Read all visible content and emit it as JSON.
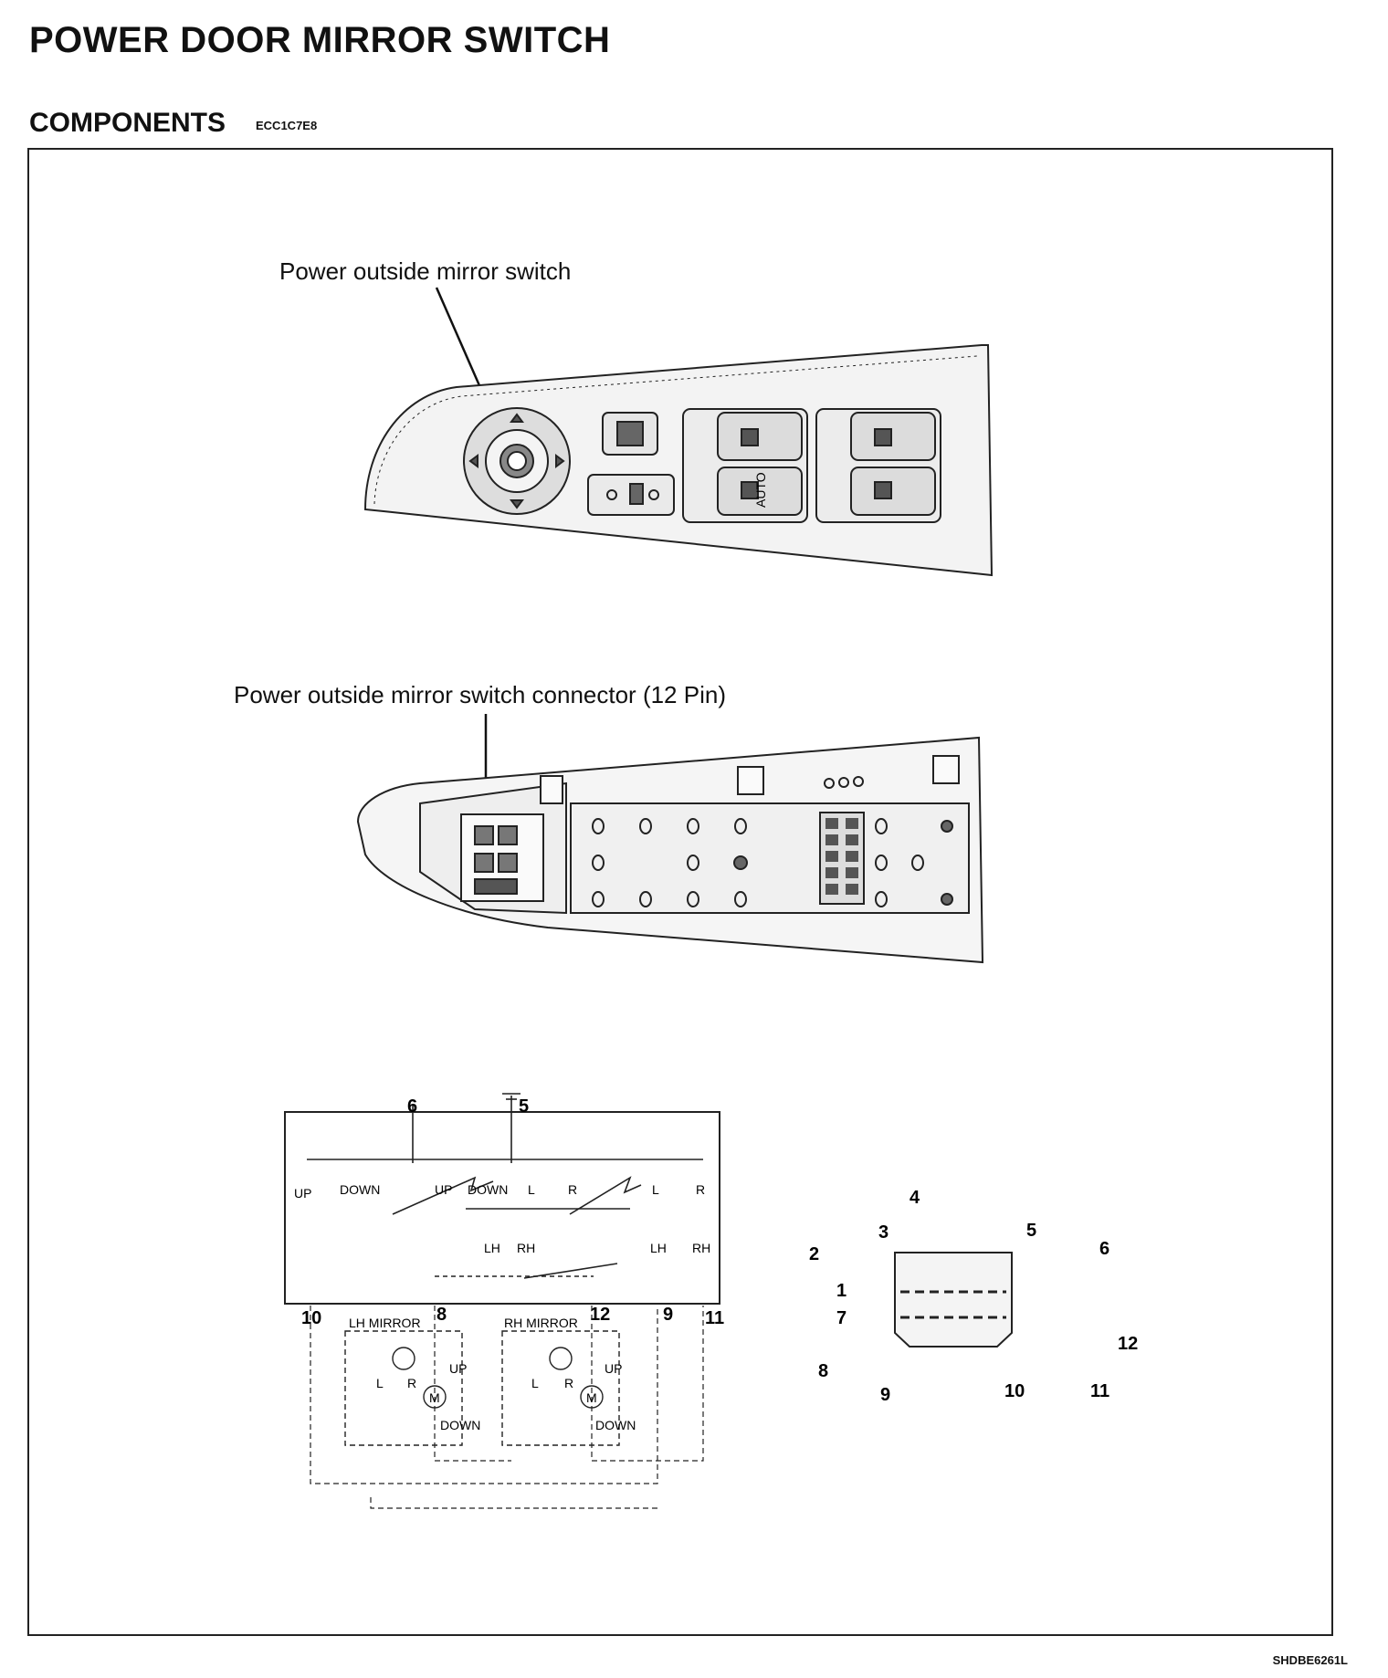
{
  "page": {
    "title": "POWER DOOR MIRROR SWITCH",
    "section_title": "COMPONENTS",
    "section_code": "ECC1C7E8",
    "figure_code": "SHDBE6261L"
  },
  "callouts": {
    "switch": "Power outside mirror switch",
    "connector": "Power outside mirror switch connector (12 Pin)"
  },
  "switch_panel": {
    "auto_label": "AUTO"
  },
  "schematic": {
    "top_pins": [
      "6",
      "5"
    ],
    "bottom_pins": [
      "10",
      "8",
      "12",
      "9",
      "11"
    ],
    "contacts_left": [
      "UP",
      "DOWN",
      "UP",
      "DOWN",
      "L"
    ],
    "contacts_right": [
      "R",
      "L",
      "R"
    ],
    "selector_left": [
      "LH",
      "RH"
    ],
    "selector_right": [
      "LH",
      "RH"
    ],
    "lh_mirror": "LH MIRROR",
    "rh_mirror": "RH MIRROR",
    "motor_lr": {
      "l": "L",
      "r": "R"
    },
    "motor_ud": {
      "up": "UP",
      "down": "DOWN"
    },
    "motor_symbol": "M"
  },
  "connector_pins": [
    "1",
    "2",
    "3",
    "4",
    "5",
    "6",
    "7",
    "8",
    "9",
    "10",
    "11",
    "12"
  ]
}
